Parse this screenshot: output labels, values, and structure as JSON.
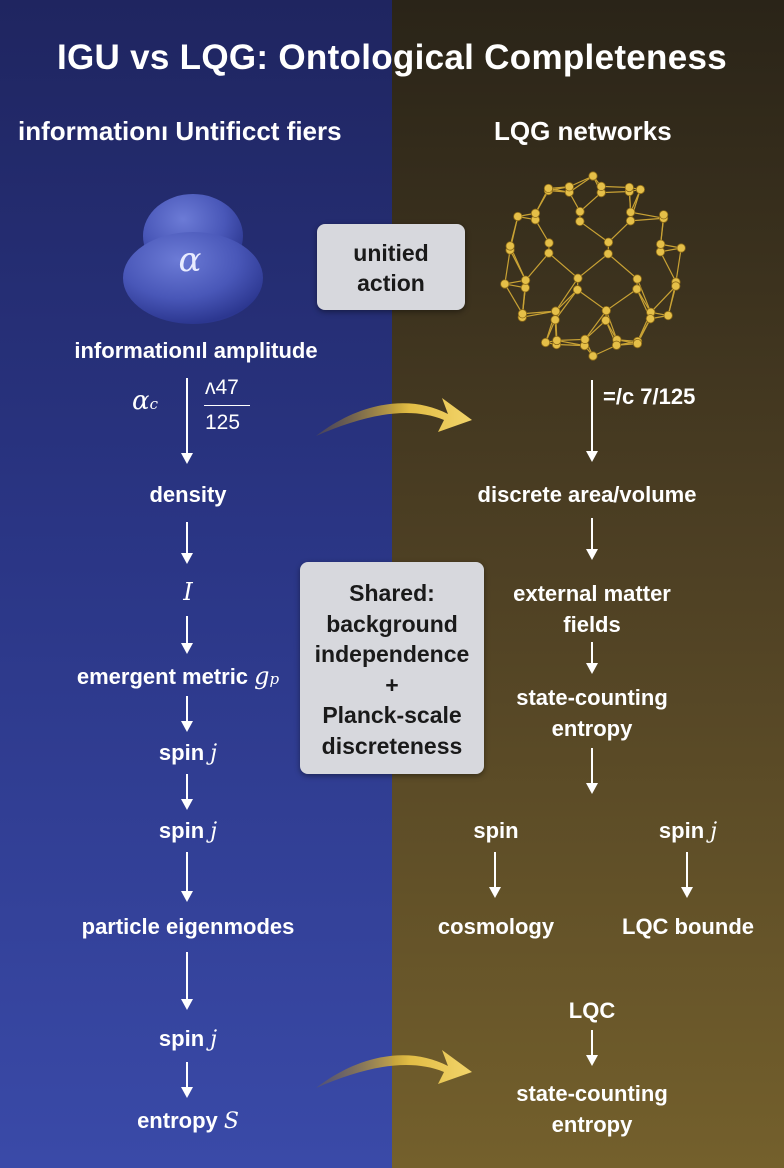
{
  "title": "IGU vs LQG: Ontological Completeness",
  "left": {
    "heading": "informationı Untificct fiers",
    "blob_symbol": "α",
    "amplitude_label": "informationıl amplitude",
    "alpha_c": "α",
    "alpha_c_sub": "c",
    "fraction_num": "ᴧ47",
    "fraction_den": "125",
    "density": "density",
    "i_symbol": "I",
    "metric_text": "emergent metric ",
    "metric_sym": "g",
    "metric_sub": "p",
    "spin_text": "spin ",
    "spin_sym": "j",
    "eigenmodes": "particle eigenmodes",
    "entropy_text": "entropy ",
    "entropy_sym": "S"
  },
  "right": {
    "heading": "LQG networks",
    "ratio": "=/c 7/125",
    "area": "discrete area/volume",
    "external": [
      "external matter",
      "fields"
    ],
    "state_counting_1": [
      "state-counting",
      "entropy"
    ],
    "spin_a": "spin",
    "spin_b_text": "spin ",
    "spin_b_sym": "j",
    "cosmology": "cosmology",
    "lqc_bounce": "LQC bounde",
    "lqc": "LQC",
    "state_counting_2": [
      "state-counting",
      "entropy"
    ]
  },
  "boxes": {
    "unified": [
      "unitied",
      "action"
    ],
    "shared": [
      "Shared:",
      "background",
      "independence",
      "+",
      "Planck-scale",
      "discreteness"
    ]
  },
  "colors": {
    "left_bg": "#2a3584",
    "right_bg": "#4f4124",
    "gold": "#d9b23a",
    "box": "#d7d8dd"
  }
}
